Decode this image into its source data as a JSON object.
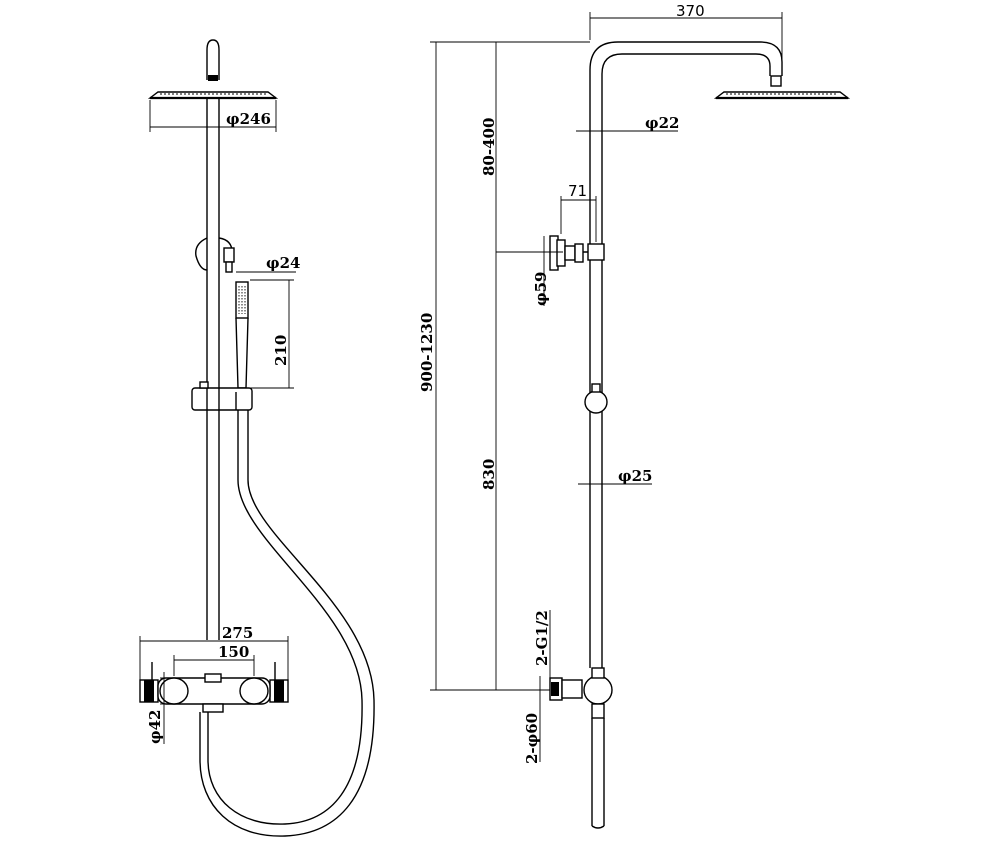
{
  "dimensions": {
    "head_diameter": "φ246",
    "holder_diameter": "φ24",
    "hand_shower_length": "210",
    "mixer_width": "275",
    "inlet_spacing": "150",
    "mixer_body_diameter": "φ42",
    "arm_length": "370",
    "arm_drop": "80-400",
    "arm_pipe_diameter": "φ22",
    "bracket_depth": "71",
    "bracket_diameter": "φ59",
    "total_height": "900-1230",
    "rail_height": "830",
    "rail_diameter": "φ25",
    "inlet_thread": "2-G1/2",
    "escutcheon_diameter": "2-φ60"
  }
}
